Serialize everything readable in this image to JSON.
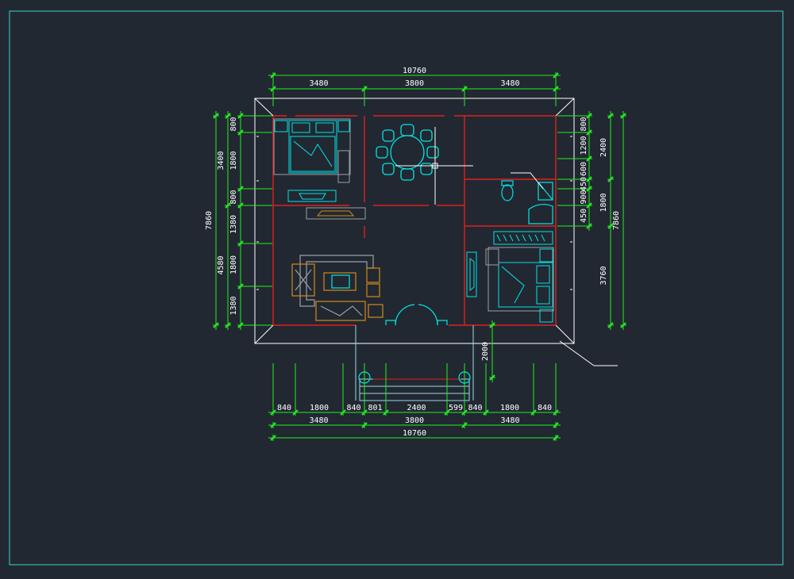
{
  "colors": {
    "background": "#222831",
    "frame": "#3fd0d0",
    "dimension": "#22ee22",
    "wall": "#e02020",
    "outline": "#ffffff",
    "furniture_cyan": "#00e5e5",
    "furniture_orange": "#d08a1a",
    "furniture_grey": "#9aa0a6",
    "text": "#ffffff"
  },
  "dimensions": {
    "top_total": "10760",
    "top_segments": [
      "3480",
      "3800",
      "3480"
    ],
    "bottom_segments_detail": [
      "840",
      "1800",
      "840",
      "801",
      "2400",
      "599",
      "840",
      "1800",
      "840"
    ],
    "bottom_segments": [
      "3480",
      "3800",
      "3480"
    ],
    "bottom_total": "10760",
    "left_total": "7860",
    "left_mid": [
      "3400",
      "4580"
    ],
    "left_detail": [
      "800",
      "1800",
      "800",
      "1380",
      "1800",
      "1380"
    ],
    "right_detail": [
      "800",
      "1200",
      "600",
      "450",
      "900",
      "450"
    ],
    "right_mid": [
      "2400",
      "1800",
      "3760"
    ],
    "right_total": "7860",
    "porch_depth": "2000"
  },
  "icons": {
    "cursor": "crosshair-cursor-icon",
    "bed": "double-bed-icon",
    "dining": "round-dining-table-icon",
    "sofa": "sofa-set-icon",
    "toilet": "toilet-icon",
    "shower": "shower-icon",
    "wardrobe": "wardrobe-icon",
    "door": "double-door-icon",
    "tv": "tv-cabinet-icon",
    "column": "porch-column-icon"
  }
}
